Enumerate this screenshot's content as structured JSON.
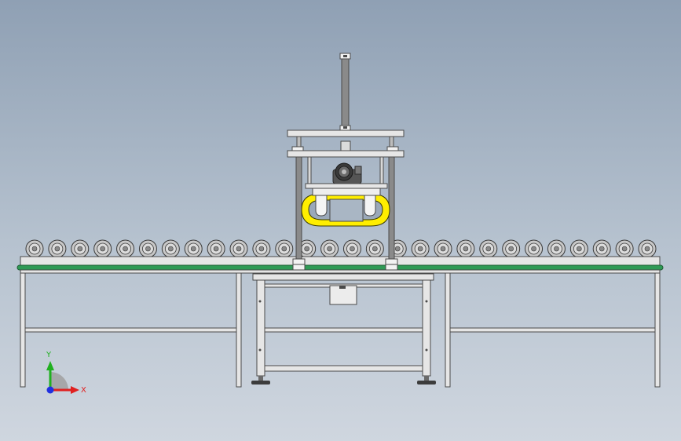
{
  "viewport": {
    "background_top": "#8fa0b4",
    "background_bottom": "#cfd6df"
  },
  "colors": {
    "frame_fill": "#e6e6e6",
    "frame_stroke": "#4a4a4a",
    "belt_green": "#2f9a55",
    "roller_fill": "#c8c8c8",
    "column_gray": "#8a8a8a",
    "yellow_guard": "#ffee00",
    "foot_dark": "#3c3c3c"
  },
  "conveyor": {
    "roller_count": 28
  },
  "triad": {
    "x_label": "X",
    "y_label": "Y",
    "x_color": "#e02020",
    "y_color": "#20b020",
    "z_color": "#2030e0"
  },
  "icons": {
    "motor": "motor-icon",
    "triad": "coordinate-triad-icon"
  }
}
